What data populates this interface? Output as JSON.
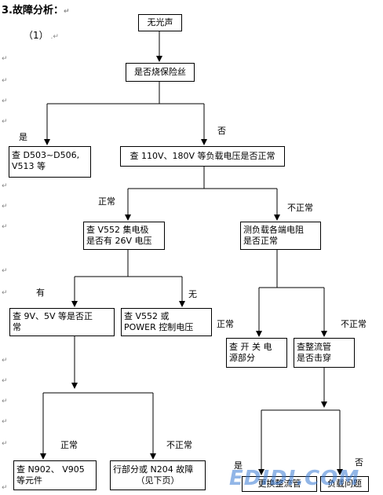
{
  "heading": "3.故障分析：",
  "subheading": "（1）",
  "boxes": {
    "b1": "无光声",
    "b2": "是否烧保险丝",
    "b3a": "查 D503~D506,",
    "b3b": "V513 等",
    "b4": "查 110V、180V 等负载电压是否正常",
    "b5a": "查  V552  集电极",
    "b5b": "是否有 26V 电压",
    "b6a": "测负载各端电阻",
    "b6b": "是否正常",
    "b7a": "查  9V、5V  等是否正",
    "b7b": "常",
    "b8a": "查       V552       或",
    "b8b": "POWER 控制电压",
    "b9a": "查 开 关 电",
    "b9b": "源部分",
    "b10a": "查整流管",
    "b10b": "是否击穿",
    "b11a": "查   N902、 V905",
    "b11b": "等元件",
    "b12a": "行部分或 N204 故障",
    "b12b": "（见下页）",
    "b13": "更换整流管",
    "b14": "负载问题"
  },
  "labels": {
    "yes1": "是",
    "no1": "否",
    "normal1": "正常",
    "abnormal1": "不正常",
    "have": "有",
    "none": "无",
    "normal2": "正常",
    "abnormal2": "不正常",
    "normal3": "正常",
    "abnormal3": "不正常",
    "yes2": "是",
    "no2": "否"
  },
  "paragraph_mark": "↵",
  "watermark": "EDIDI.COM"
}
